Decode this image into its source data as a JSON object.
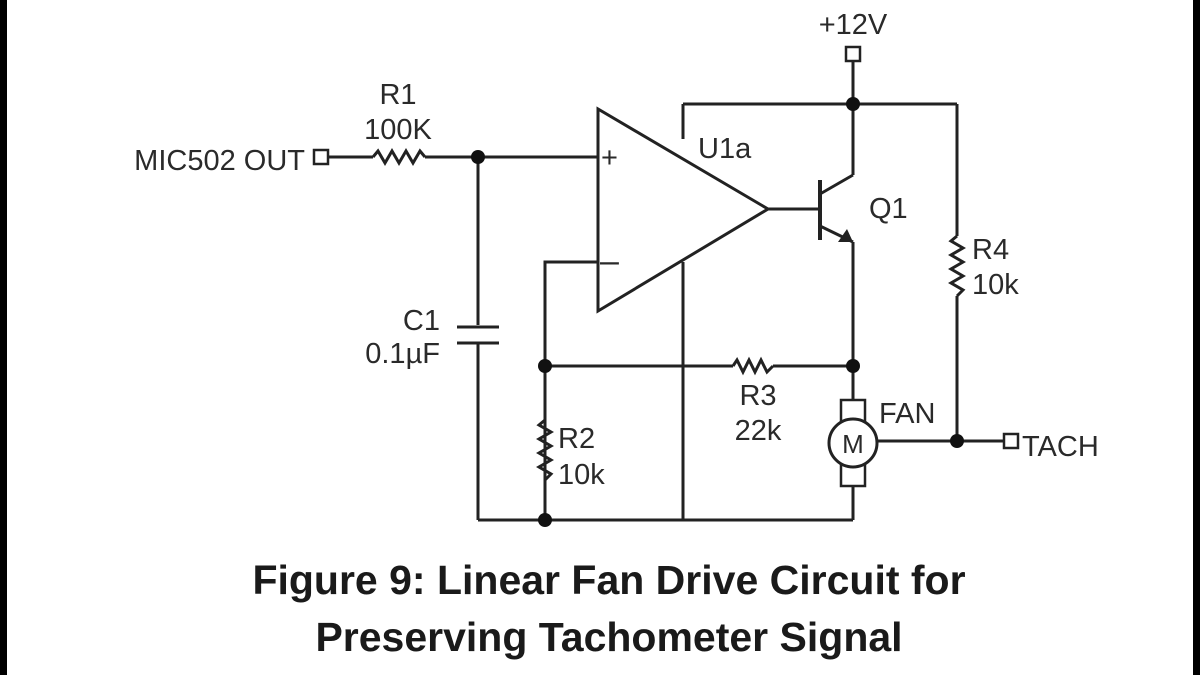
{
  "figure": {
    "caption_line1": "Figure 9: Linear Fan Drive Circuit for",
    "caption_line2": "Preserving Tachometer Signal"
  },
  "labels": {
    "supply": "+12V",
    "input": "MIC502 OUT",
    "output": "TACH",
    "r1_name": "R1",
    "r1_value": "100K",
    "c1_name": "C1",
    "c1_value": "0.1µF",
    "r2_name": "R2",
    "r2_value": "10k",
    "r3_name": "R3",
    "r3_value": "22k",
    "r4_name": "R4",
    "r4_value": "10k",
    "opamp": "U1a",
    "opamp_plus": "+",
    "opamp_minus": "–",
    "transistor": "Q1",
    "fan_label": "FAN",
    "motor": "M"
  }
}
